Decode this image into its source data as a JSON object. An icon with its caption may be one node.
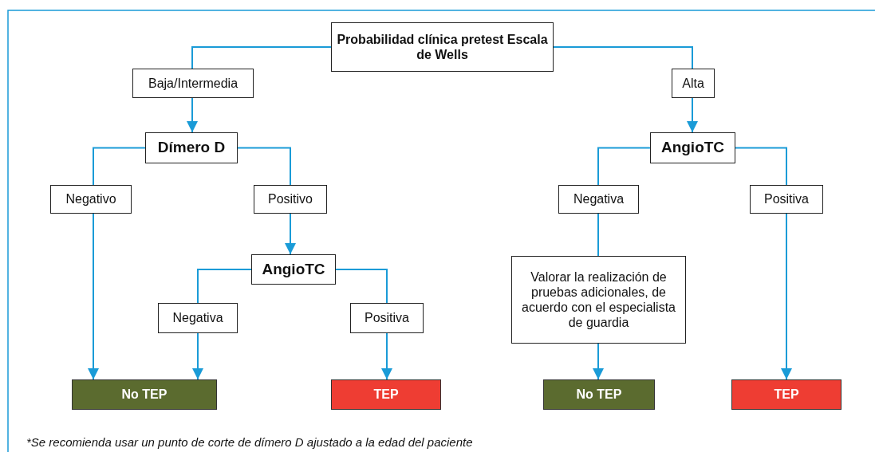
{
  "diagram": {
    "nodes": [
      {
        "text": [
          "Probabilidad clínica pretest Escala de Wells"
        ]
      },
      {
        "text": [
          "Baja/Intermedia"
        ]
      },
      {
        "text": [
          "Alta"
        ]
      },
      {
        "text": [
          "Dímero D"
        ]
      },
      {
        "text": [
          "AngioTC"
        ]
      },
      {
        "text": [
          "Negativo"
        ]
      },
      {
        "text": [
          "Positivo"
        ]
      },
      {
        "text": [
          "Negativa"
        ]
      },
      {
        "text": [
          "Positiva"
        ]
      },
      {
        "text": [
          "AngioTC"
        ]
      },
      {
        "text": [
          "Valorar la realización de pruebas adicionales, de acuerdo con el especialista de guardia"
        ]
      },
      {
        "text": [
          "Negativa"
        ]
      },
      {
        "text": [
          "Positiva"
        ]
      },
      {
        "text": [
          "No TEP"
        ]
      },
      {
        "text": [
          "TEP"
        ]
      },
      {
        "text": [
          "No TEP"
        ]
      },
      {
        "text": [
          "TEP"
        ]
      }
    ],
    "edges": [
      {
        "from": 0,
        "to": 1,
        "arrow": "none"
      },
      {
        "from": 0,
        "to": 2,
        "arrow": "none"
      },
      {
        "from": 1,
        "to": 3,
        "arrow": "to"
      },
      {
        "from": 2,
        "to": 4,
        "arrow": "to"
      },
      {
        "from": 3,
        "to": 5,
        "arrow": "none"
      },
      {
        "from": 3,
        "to": 6,
        "arrow": "none"
      },
      {
        "from": 5,
        "to": 13,
        "arrow": "to"
      },
      {
        "from": 6,
        "to": 9,
        "arrow": "to"
      },
      {
        "from": 9,
        "to": 11,
        "arrow": "none"
      },
      {
        "from": 9,
        "to": 12,
        "arrow": "none"
      },
      {
        "from": 11,
        "to": 13,
        "arrow": "to"
      },
      {
        "from": 12,
        "to": 14,
        "arrow": "to"
      },
      {
        "from": 4,
        "to": 7,
        "arrow": "none"
      },
      {
        "from": 4,
        "to": 8,
        "arrow": "none"
      },
      {
        "from": 7,
        "to": 10,
        "arrow": "none"
      },
      {
        "from": 10,
        "to": 15,
        "arrow": "to"
      },
      {
        "from": 8,
        "to": 16,
        "arrow": "to"
      }
    ],
    "labels": [
      "*Se recomienda usar un punto de corte de dímero D ajustado a la edad del paciente"
    ]
  }
}
